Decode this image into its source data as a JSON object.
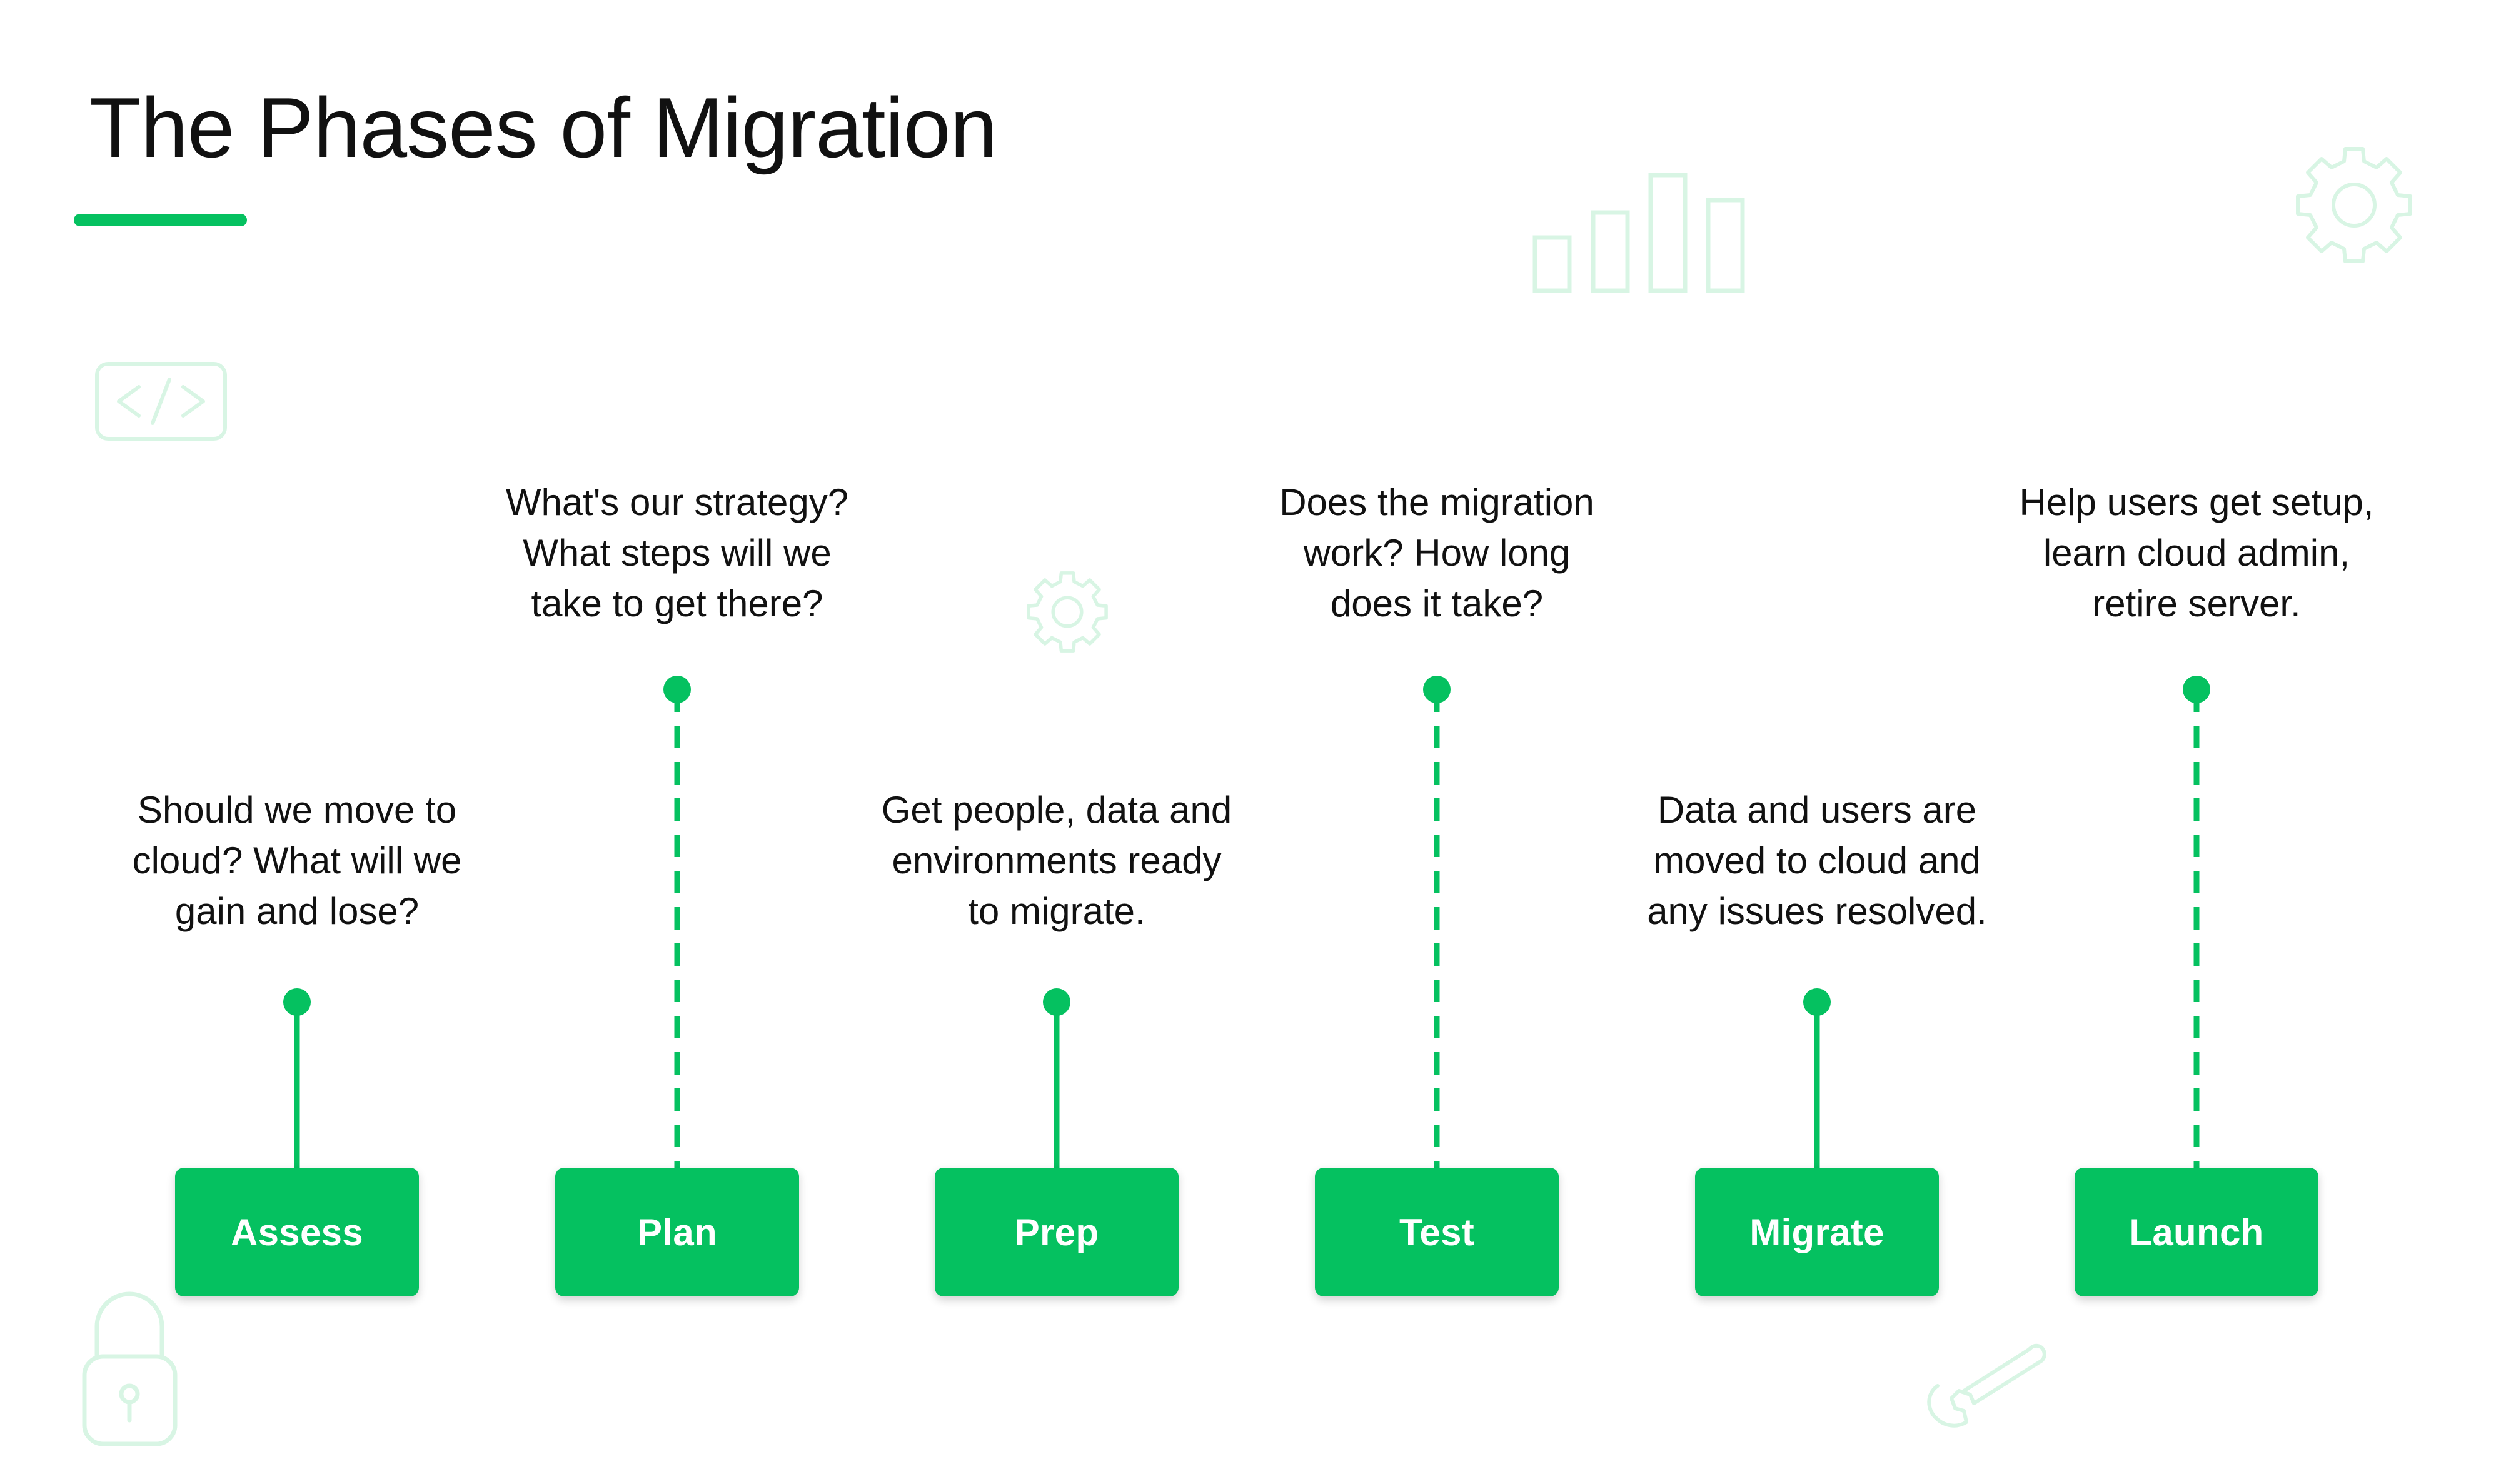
{
  "title": "The Phases of Migration",
  "accent_color": "#05c160",
  "deco_color": "#d8f5e4",
  "icons": [
    "code-icon",
    "bar-chart-icon",
    "gear-icon",
    "gear-icon",
    "lock-icon",
    "wrench-icon"
  ],
  "phases": [
    {
      "label": "Assess",
      "description": "Should we move to cloud? What will we gain and lose?",
      "description_lines": [
        "Should we move to",
        "cloud? What will we",
        "gain and lose?"
      ],
      "position": "low",
      "connector": "solid"
    },
    {
      "label": "Plan",
      "description": "What's our strategy? What steps will we take to get there?",
      "description_lines": [
        "What's our strategy?",
        "What steps will we",
        "take to get there?"
      ],
      "position": "high",
      "connector": "dashed"
    },
    {
      "label": "Prep",
      "description": "Get people, data and environments ready to migrate.",
      "description_lines": [
        "Get people, data and",
        "environments ready",
        "to migrate."
      ],
      "position": "low",
      "connector": "solid"
    },
    {
      "label": "Test",
      "description": "Does the migration work? How long does it take?",
      "description_lines": [
        "Does the migration",
        "work? How long",
        "does it take?"
      ],
      "position": "high",
      "connector": "dashed"
    },
    {
      "label": "Migrate",
      "description": "Data and users are moved to cloud and any issues resolved.",
      "description_lines": [
        "Data and users are",
        "moved to cloud and",
        "any issues resolved."
      ],
      "position": "low",
      "connector": "solid"
    },
    {
      "label": "Launch",
      "description": "Help users get setup, learn cloud admin, retire server.",
      "description_lines": [
        "Help users get setup,",
        "learn cloud admin,",
        "retire server."
      ],
      "position": "high",
      "connector": "dashed"
    }
  ]
}
